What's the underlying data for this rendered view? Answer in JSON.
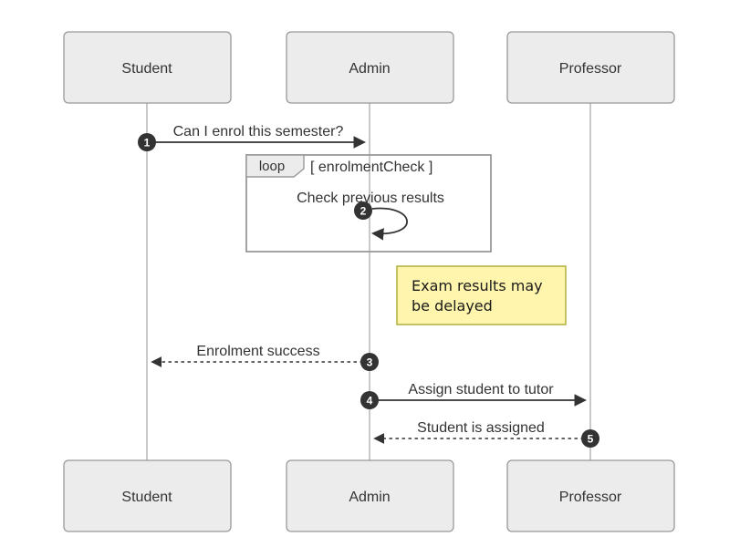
{
  "diagram": {
    "type": "uml-sequence-diagram",
    "actors": [
      {
        "name": "Student"
      },
      {
        "name": "Admin"
      },
      {
        "name": "Professor"
      }
    ],
    "messages": [
      {
        "seq": "1",
        "label": "Can I enrol this semester?",
        "from": "Student",
        "to": "Admin",
        "style": "solid"
      },
      {
        "seq": "2",
        "label": "Check previous results",
        "from": "Admin",
        "to": "Admin",
        "style": "self-loop"
      },
      {
        "seq": "3",
        "label": "Enrolment success",
        "from": "Admin",
        "to": "Student",
        "style": "dashed"
      },
      {
        "seq": "4",
        "label": "Assign student to tutor",
        "from": "Admin",
        "to": "Professor",
        "style": "solid"
      },
      {
        "seq": "5",
        "label": "Student is assigned",
        "from": "Professor",
        "to": "Admin",
        "style": "dashed"
      }
    ],
    "loop_frame": {
      "label": "loop",
      "condition": "[ enrolmentCheck ]"
    },
    "note": {
      "line1": "Exam results may",
      "line2": "be delayed",
      "full_text": "Exam results may be delayed"
    },
    "colors": {
      "background": "#ffffff",
      "actor_fill": "#ececec",
      "actor_border": "#999999",
      "lifeline": "#c9c9c9",
      "message_line": "#333333",
      "text": "#333333",
      "loop_border": "#999999",
      "note_fill": "#fff5ad",
      "note_border": "#aaaa33",
      "seq_badge_fill": "#333333",
      "seq_badge_text": "#ffffff"
    }
  }
}
